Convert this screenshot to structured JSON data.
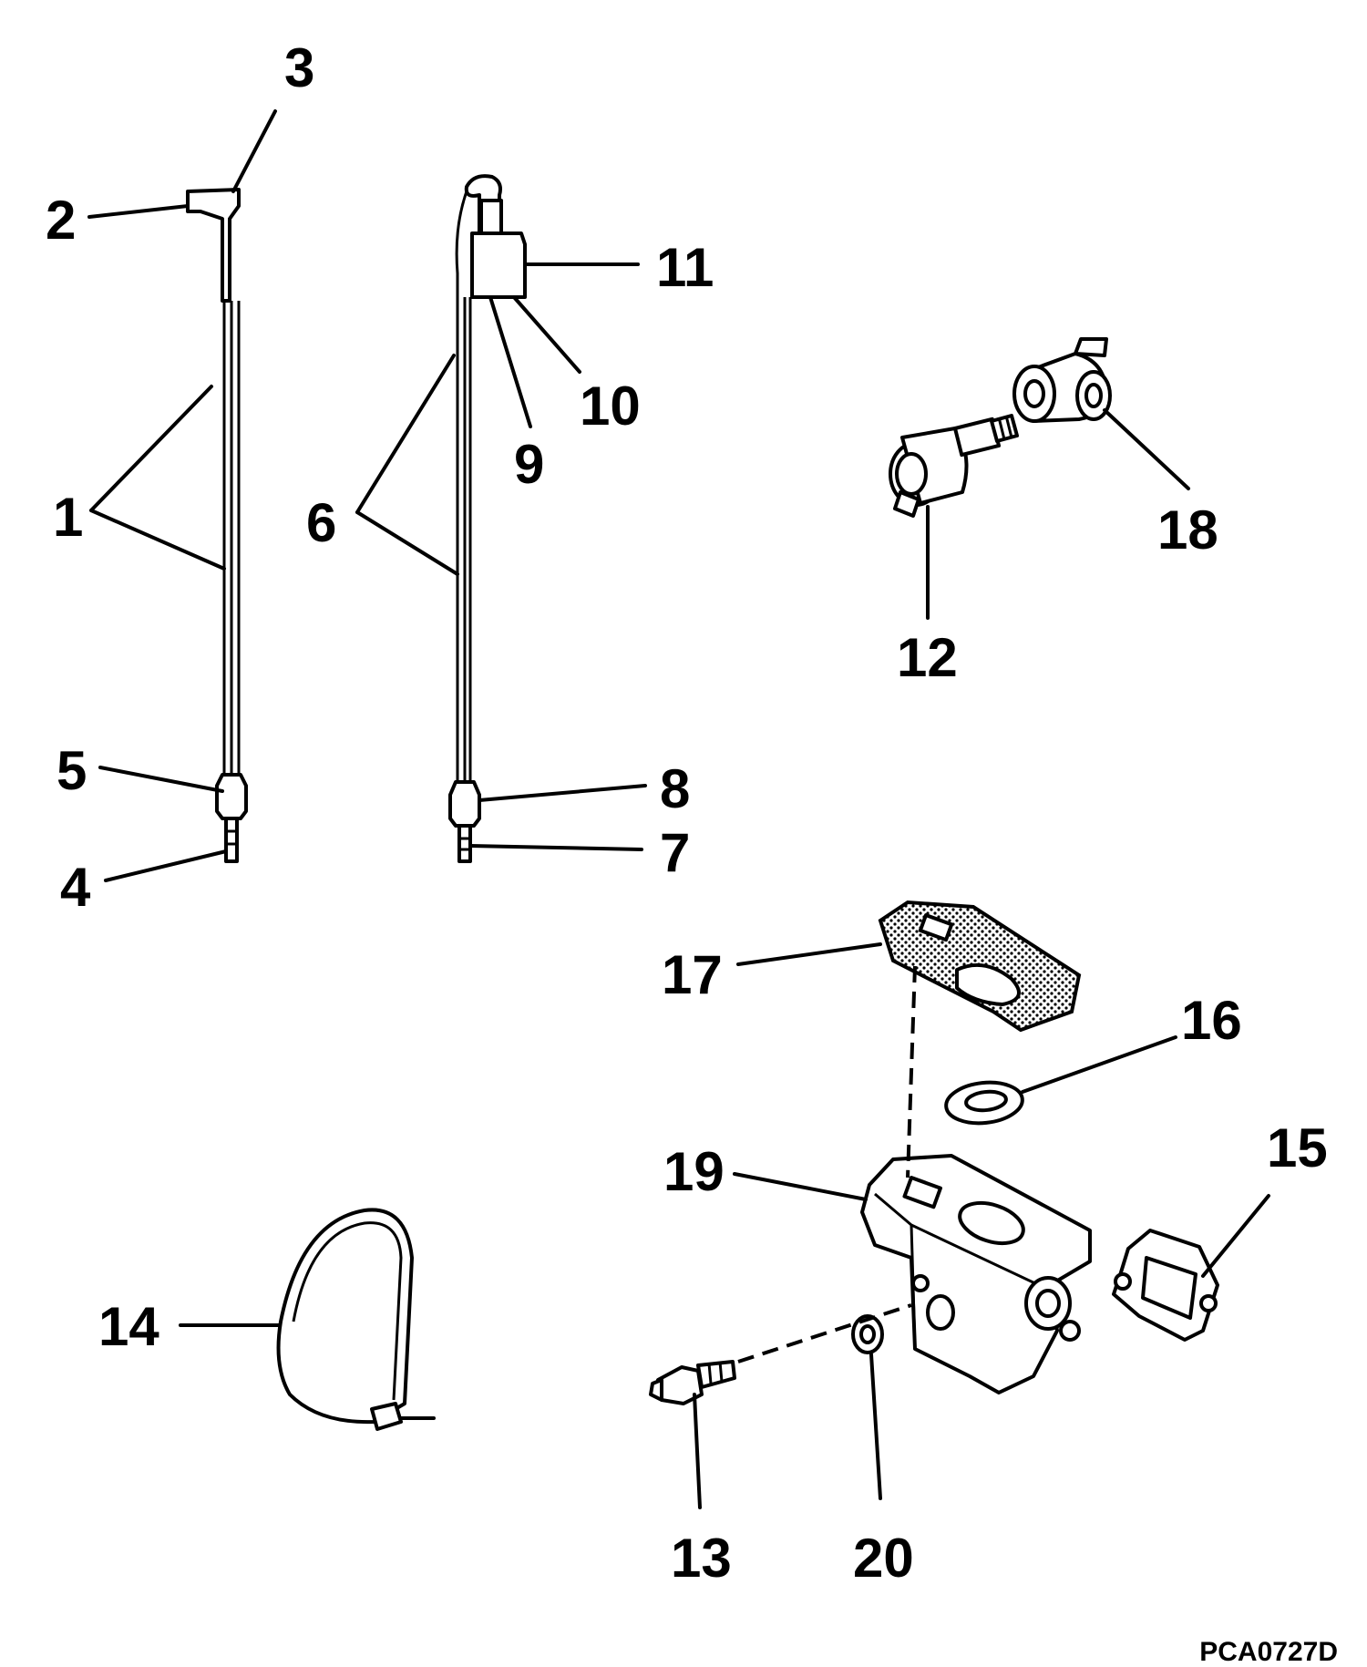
{
  "callouts": {
    "c1": "1",
    "c2": "2",
    "c3": "3",
    "c4": "4",
    "c5": "5",
    "c6": "6",
    "c7": "7",
    "c8": "8",
    "c9": "9",
    "c10": "10",
    "c11": "11",
    "c12": "12",
    "c13": "13",
    "c14": "14",
    "c15": "15",
    "c16": "16",
    "c17": "17",
    "c18": "18",
    "c19": "19",
    "c20": "20"
  },
  "drawing_code": "PCA0727D"
}
